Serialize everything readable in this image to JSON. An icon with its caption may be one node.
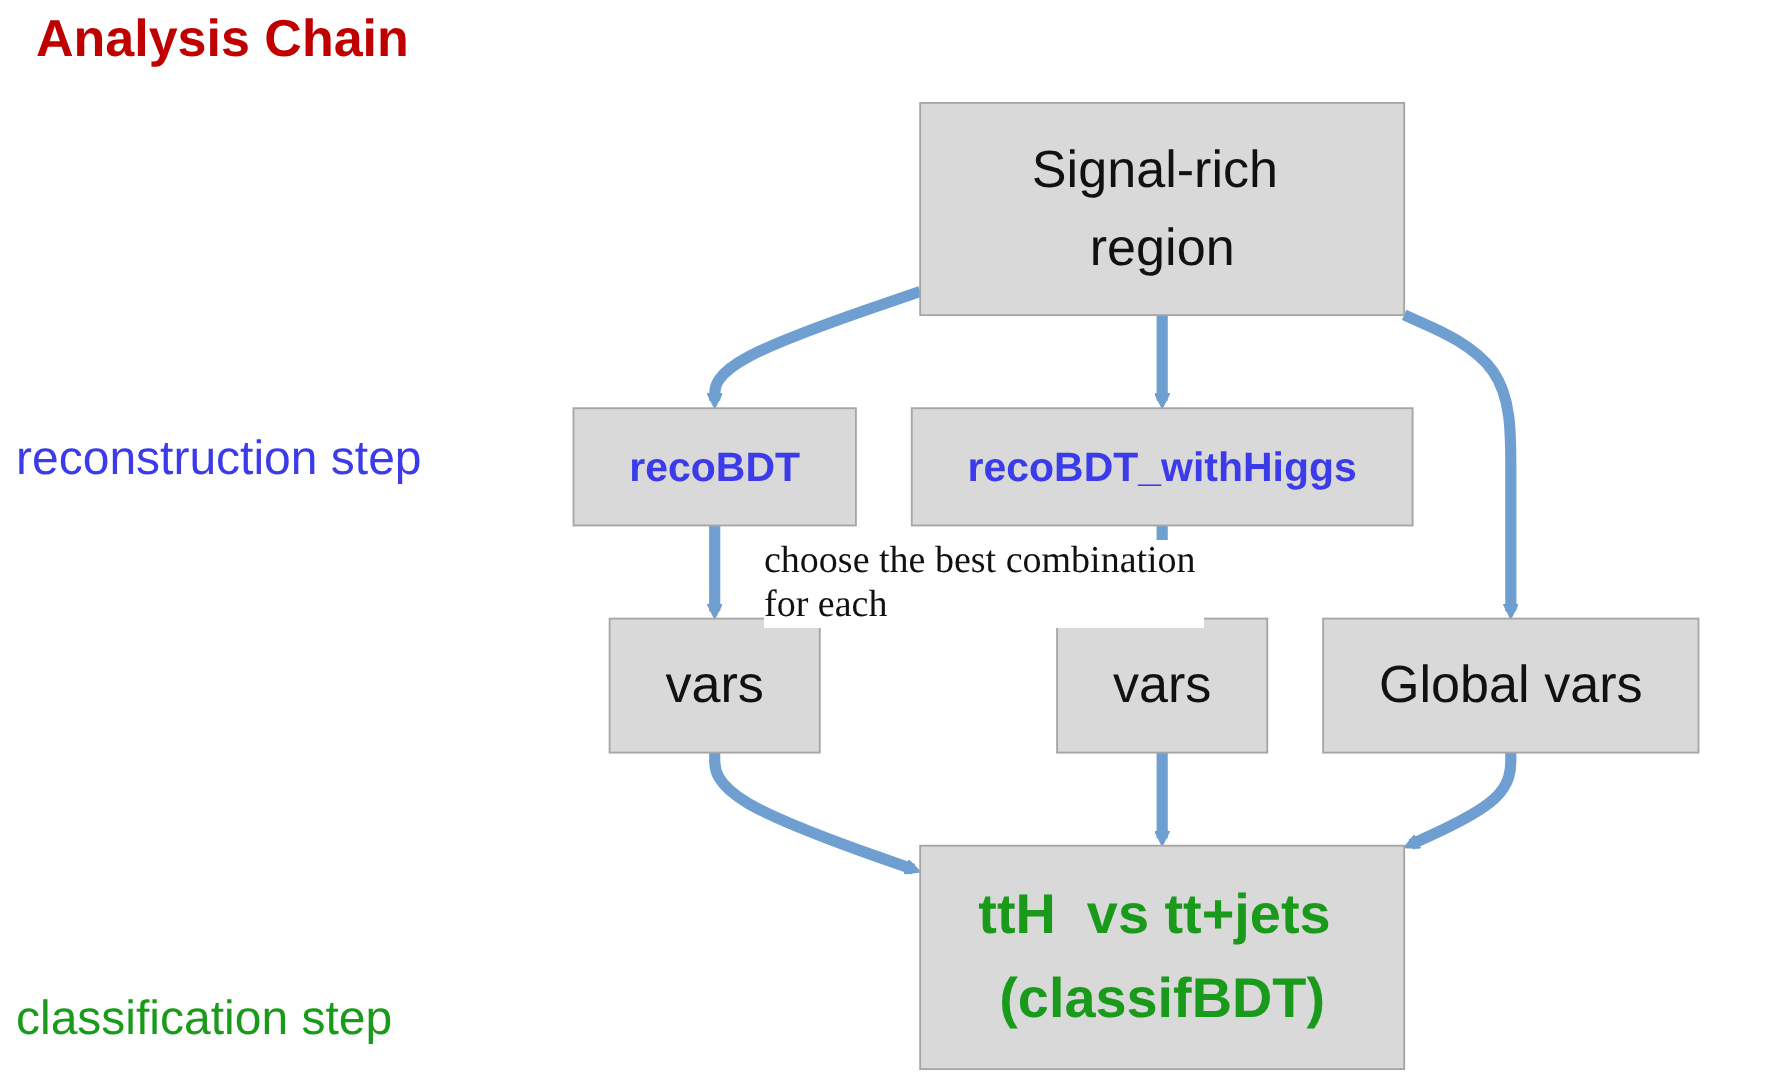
{
  "diagram": {
    "title": "Analysis Chain",
    "nodes": [
      {
        "text": [
          "Signal-rich region"
        ]
      },
      {
        "text": [
          "recoBDT"
        ]
      },
      {
        "text": [
          "recoBDT_withHiggs"
        ]
      },
      {
        "text": [
          "vars"
        ]
      },
      {
        "text": [
          "vars"
        ]
      },
      {
        "text": [
          "Global vars"
        ]
      },
      {
        "text": [
          "ttH  vs tt+jets (classifBDT)"
        ]
      }
    ],
    "edges": [
      {
        "from": 0,
        "to": 1,
        "arrow": "to"
      },
      {
        "from": 0,
        "to": 2,
        "arrow": "to"
      },
      {
        "from": 0,
        "to": 5,
        "arrow": "to"
      },
      {
        "from": 1,
        "to": 3,
        "arrow": "to"
      },
      {
        "from": 2,
        "to": 4,
        "arrow": "to"
      },
      {
        "from": 3,
        "to": 6,
        "arrow": "to"
      },
      {
        "from": 4,
        "to": 6,
        "arrow": "to"
      },
      {
        "from": 5,
        "to": 6,
        "arrow": "to"
      }
    ],
    "labels": [
      "reconstruction step",
      "choose the best combination for each",
      "classification step"
    ]
  }
}
